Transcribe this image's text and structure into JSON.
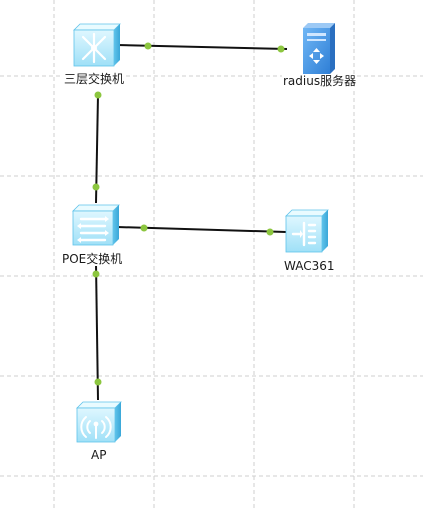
{
  "topology": {
    "grid": true,
    "devices": [
      {
        "id": "l3switch",
        "label": "三层交换机",
        "icon": "layer3-switch-icon"
      },
      {
        "id": "radius",
        "label": "radius服务器",
        "icon": "server-icon"
      },
      {
        "id": "poe",
        "label": "POE交换机",
        "icon": "switch-icon"
      },
      {
        "id": "wac",
        "label": "WAC361",
        "icon": "wireless-controller-icon"
      },
      {
        "id": "ap",
        "label": "AP",
        "icon": "access-point-icon"
      }
    ],
    "links": [
      {
        "from": "三层交换机",
        "to": "radius服务器"
      },
      {
        "from": "三层交换机",
        "to": "POE交换机"
      },
      {
        "from": "POE交换机",
        "to": "WAC361"
      },
      {
        "from": "POE交换机",
        "to": "AP"
      }
    ],
    "colors": {
      "grid": "#cfcfcf",
      "link": "#111111",
      "port": "#8cc63f",
      "icon_light": "#c8f0ff",
      "icon_mid": "#7fd3f4",
      "icon_dark": "#3aa7d8",
      "server_blue": "#4a90e2"
    }
  }
}
